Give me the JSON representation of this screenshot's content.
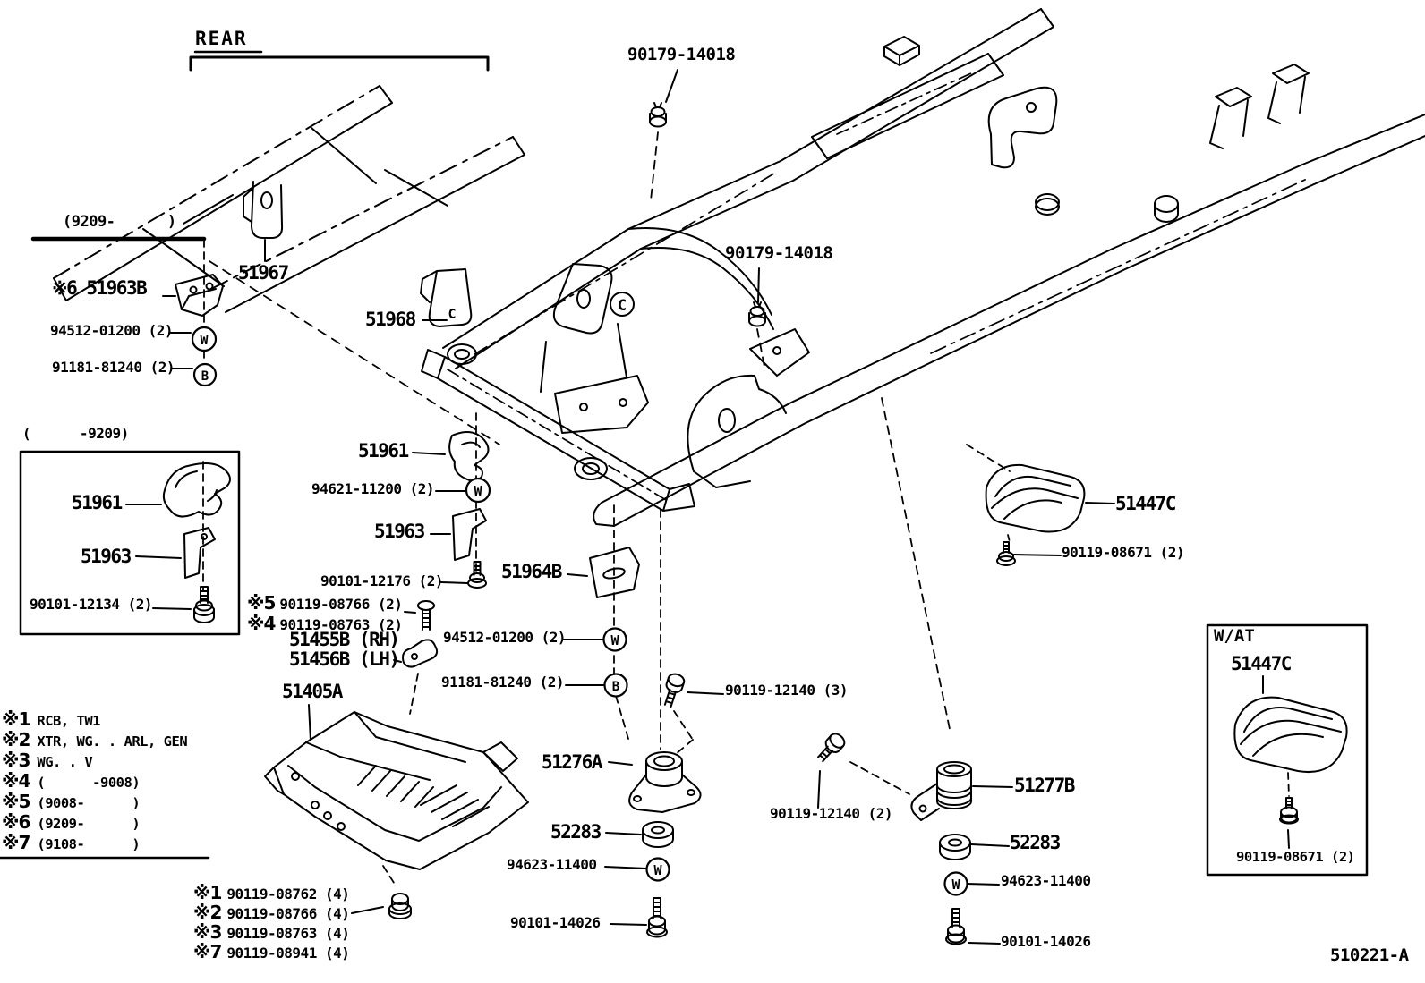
{
  "drawing": {
    "code": "510221-A",
    "rear_header": "REAR",
    "c_mark": "C"
  },
  "symbols": {
    "w": "W",
    "b": "B"
  },
  "left_top": {
    "period": "(9209-      )",
    "part_51963b": "※6 51963B",
    "washer_94512": "94512-01200 (2)",
    "bolt_91181": "91181-81240 (2)",
    "part_51967": "51967",
    "part_51968": "51968"
  },
  "top": {
    "nut_front": "90179-14018",
    "nut_mid": "90179-14018"
  },
  "box_pre9209": {
    "title": "(      -9209)",
    "part_51961": "51961",
    "part_51963": "51963",
    "bolt_90101": "90101-12134 (2)"
  },
  "center": {
    "part_51961": "51961",
    "washer_94621": "94621-11200 (2)",
    "part_51963": "51963",
    "bolt_90101_12176": "90101-12176 (2)",
    "part_51964b": "51964B",
    "star5": "※5",
    "bolt_star5": "90119-08766 (2)",
    "star4": "※4",
    "bolt_star4": "90119-08763 (2)",
    "part_51455b": "51455B (RH)",
    "part_51456b": "51456B (LH)",
    "washer_94512": "94512-01200 (2)",
    "bolt_91181": "91181-81240 (2)",
    "part_51405a": "51405A",
    "bolt_90119_12140_3": "90119-12140 (3)",
    "part_51276a": "51276A",
    "cushion_52283": "52283",
    "washer_94623": "94623-11400",
    "bolt_90101_14026": "90101-14026"
  },
  "right": {
    "part_51447c": "51447C",
    "bolt_90119_08671": "90119-08671 (2)",
    "part_51277b": "51277B",
    "bolt_90119_12140_2": "90119-12140 (2)",
    "cushion_52283": "52283",
    "washer_94623": "94623-11400",
    "bolt_90101_14026": "90101-14026"
  },
  "box_wat": {
    "title": "W/AT",
    "part_51447c": "51447C",
    "bolt_90119_08671": "90119-08671 (2)"
  },
  "legend": {
    "items": [
      {
        "star": "※1",
        "text": "RCB, TW1"
      },
      {
        "star": "※2",
        "text": "XTR, WG. . ARL, GEN"
      },
      {
        "star": "※3",
        "text": "WG. . V"
      },
      {
        "star": "※4",
        "text": "(      -9008)"
      },
      {
        "star": "※5",
        "text": "(9008-      )"
      },
      {
        "star": "※6",
        "text": "(9209-      )"
      },
      {
        "star": "※7",
        "text": "(9108-      )"
      }
    ]
  },
  "fasteners": {
    "items": [
      {
        "star": "※1",
        "text": "90119-08762 (4)"
      },
      {
        "star": "※2",
        "text": "90119-08766 (4)"
      },
      {
        "star": "※3",
        "text": "90119-08763 (4)"
      },
      {
        "star": "※7",
        "text": "90119-08941 (4)"
      }
    ]
  }
}
